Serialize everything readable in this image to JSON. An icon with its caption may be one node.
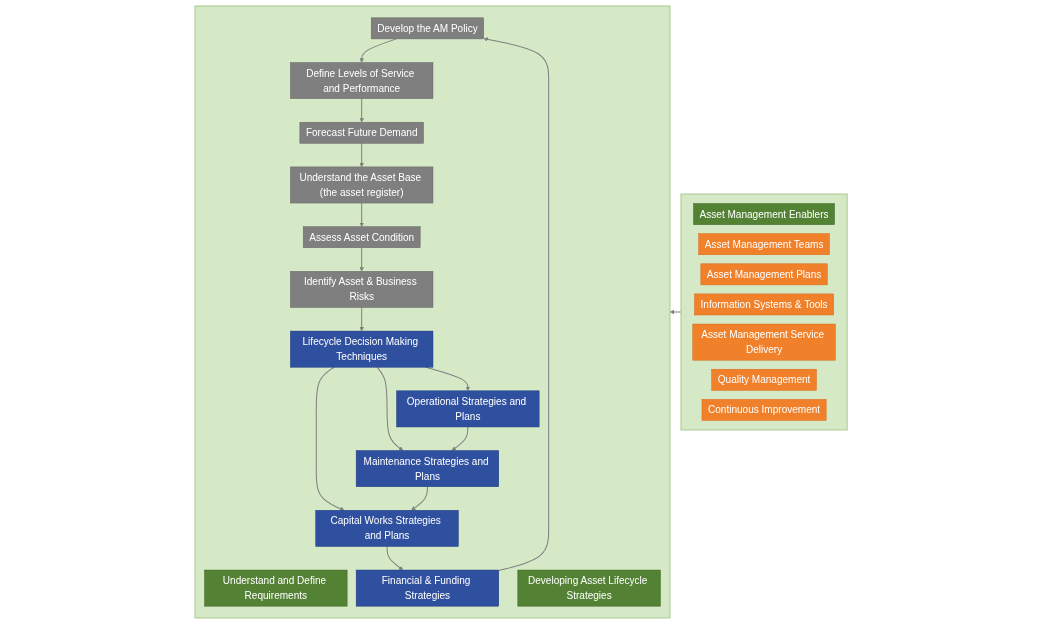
{
  "diagram": {
    "nodes": [
      {
        "text": [],
        "shape": "box"
      },
      {
        "text": [
          "Understand and Define Requirements"
        ],
        "in": 0
      },
      {
        "text": [
          "Developing Asset Lifecycle Strategies"
        ],
        "in": 0
      },
      {
        "text": [
          "Develop the AM Policy"
        ],
        "in": 0
      },
      {
        "text": [
          "Define Levels of Service and Performance"
        ],
        "in": 0
      },
      {
        "text": [
          "Forecast Future Demand"
        ],
        "in": 0
      },
      {
        "text": [
          "Understand the Asset Base (the asset register)"
        ],
        "in": 0
      },
      {
        "text": [
          "Assess Asset Condition"
        ],
        "in": 0
      },
      {
        "text": [
          "Identify Asset & Business Risks"
        ],
        "in": 0
      },
      {
        "text": [
          "Financial & Funding Strategies"
        ],
        "in": 0
      },
      {
        "text": [
          "Lifecycle Decision Making Techniques"
        ],
        "in": 0
      },
      {
        "text": [
          "Capital Works Strategies and Plans"
        ],
        "in": 0
      },
      {
        "text": [
          "Maintenance Strategies and Plans"
        ],
        "in": 0
      },
      {
        "text": [
          "Operational Strategies and Plans"
        ],
        "in": 0
      },
      {
        "text": [],
        "shape": "box"
      },
      {
        "text": [
          "Asset Management Enablers"
        ],
        "in": 14
      },
      {
        "text": [
          "Asset Management Teams"
        ],
        "in": 14
      },
      {
        "text": [
          "Asset Management Plans"
        ],
        "in": 14
      },
      {
        "text": [
          "Information Systems & Tools"
        ],
        "in": 14
      },
      {
        "text": [
          "Asset Management Service Delivery"
        ],
        "in": 14
      },
      {
        "text": [
          "Quality Management"
        ],
        "in": 14
      },
      {
        "text": [
          "Continuous Improvement"
        ],
        "in": 14
      }
    ],
    "edges": [
      {
        "from": 3,
        "to": 4,
        "arrow": "to"
      },
      {
        "from": 4,
        "to": 5,
        "arrow": "to"
      },
      {
        "from": 5,
        "to": 6,
        "arrow": "to"
      },
      {
        "from": 6,
        "to": 7,
        "arrow": "to"
      },
      {
        "from": 7,
        "to": 8,
        "arrow": "to"
      },
      {
        "from": 8,
        "to": 10,
        "arrow": "to"
      },
      {
        "from": 10,
        "to": 11,
        "arrow": "to"
      },
      {
        "from": 10,
        "to": 12,
        "arrow": "to"
      },
      {
        "from": 10,
        "to": 13,
        "arrow": "to"
      },
      {
        "from": 13,
        "to": 12,
        "arrow": "to"
      },
      {
        "from": 12,
        "to": 11,
        "arrow": "to"
      },
      {
        "from": 11,
        "to": 9,
        "arrow": "to"
      },
      {
        "from": 9,
        "to": 3,
        "arrow": "to"
      },
      {
        "from": 14,
        "to": 0,
        "arrow": "to"
      }
    ]
  }
}
